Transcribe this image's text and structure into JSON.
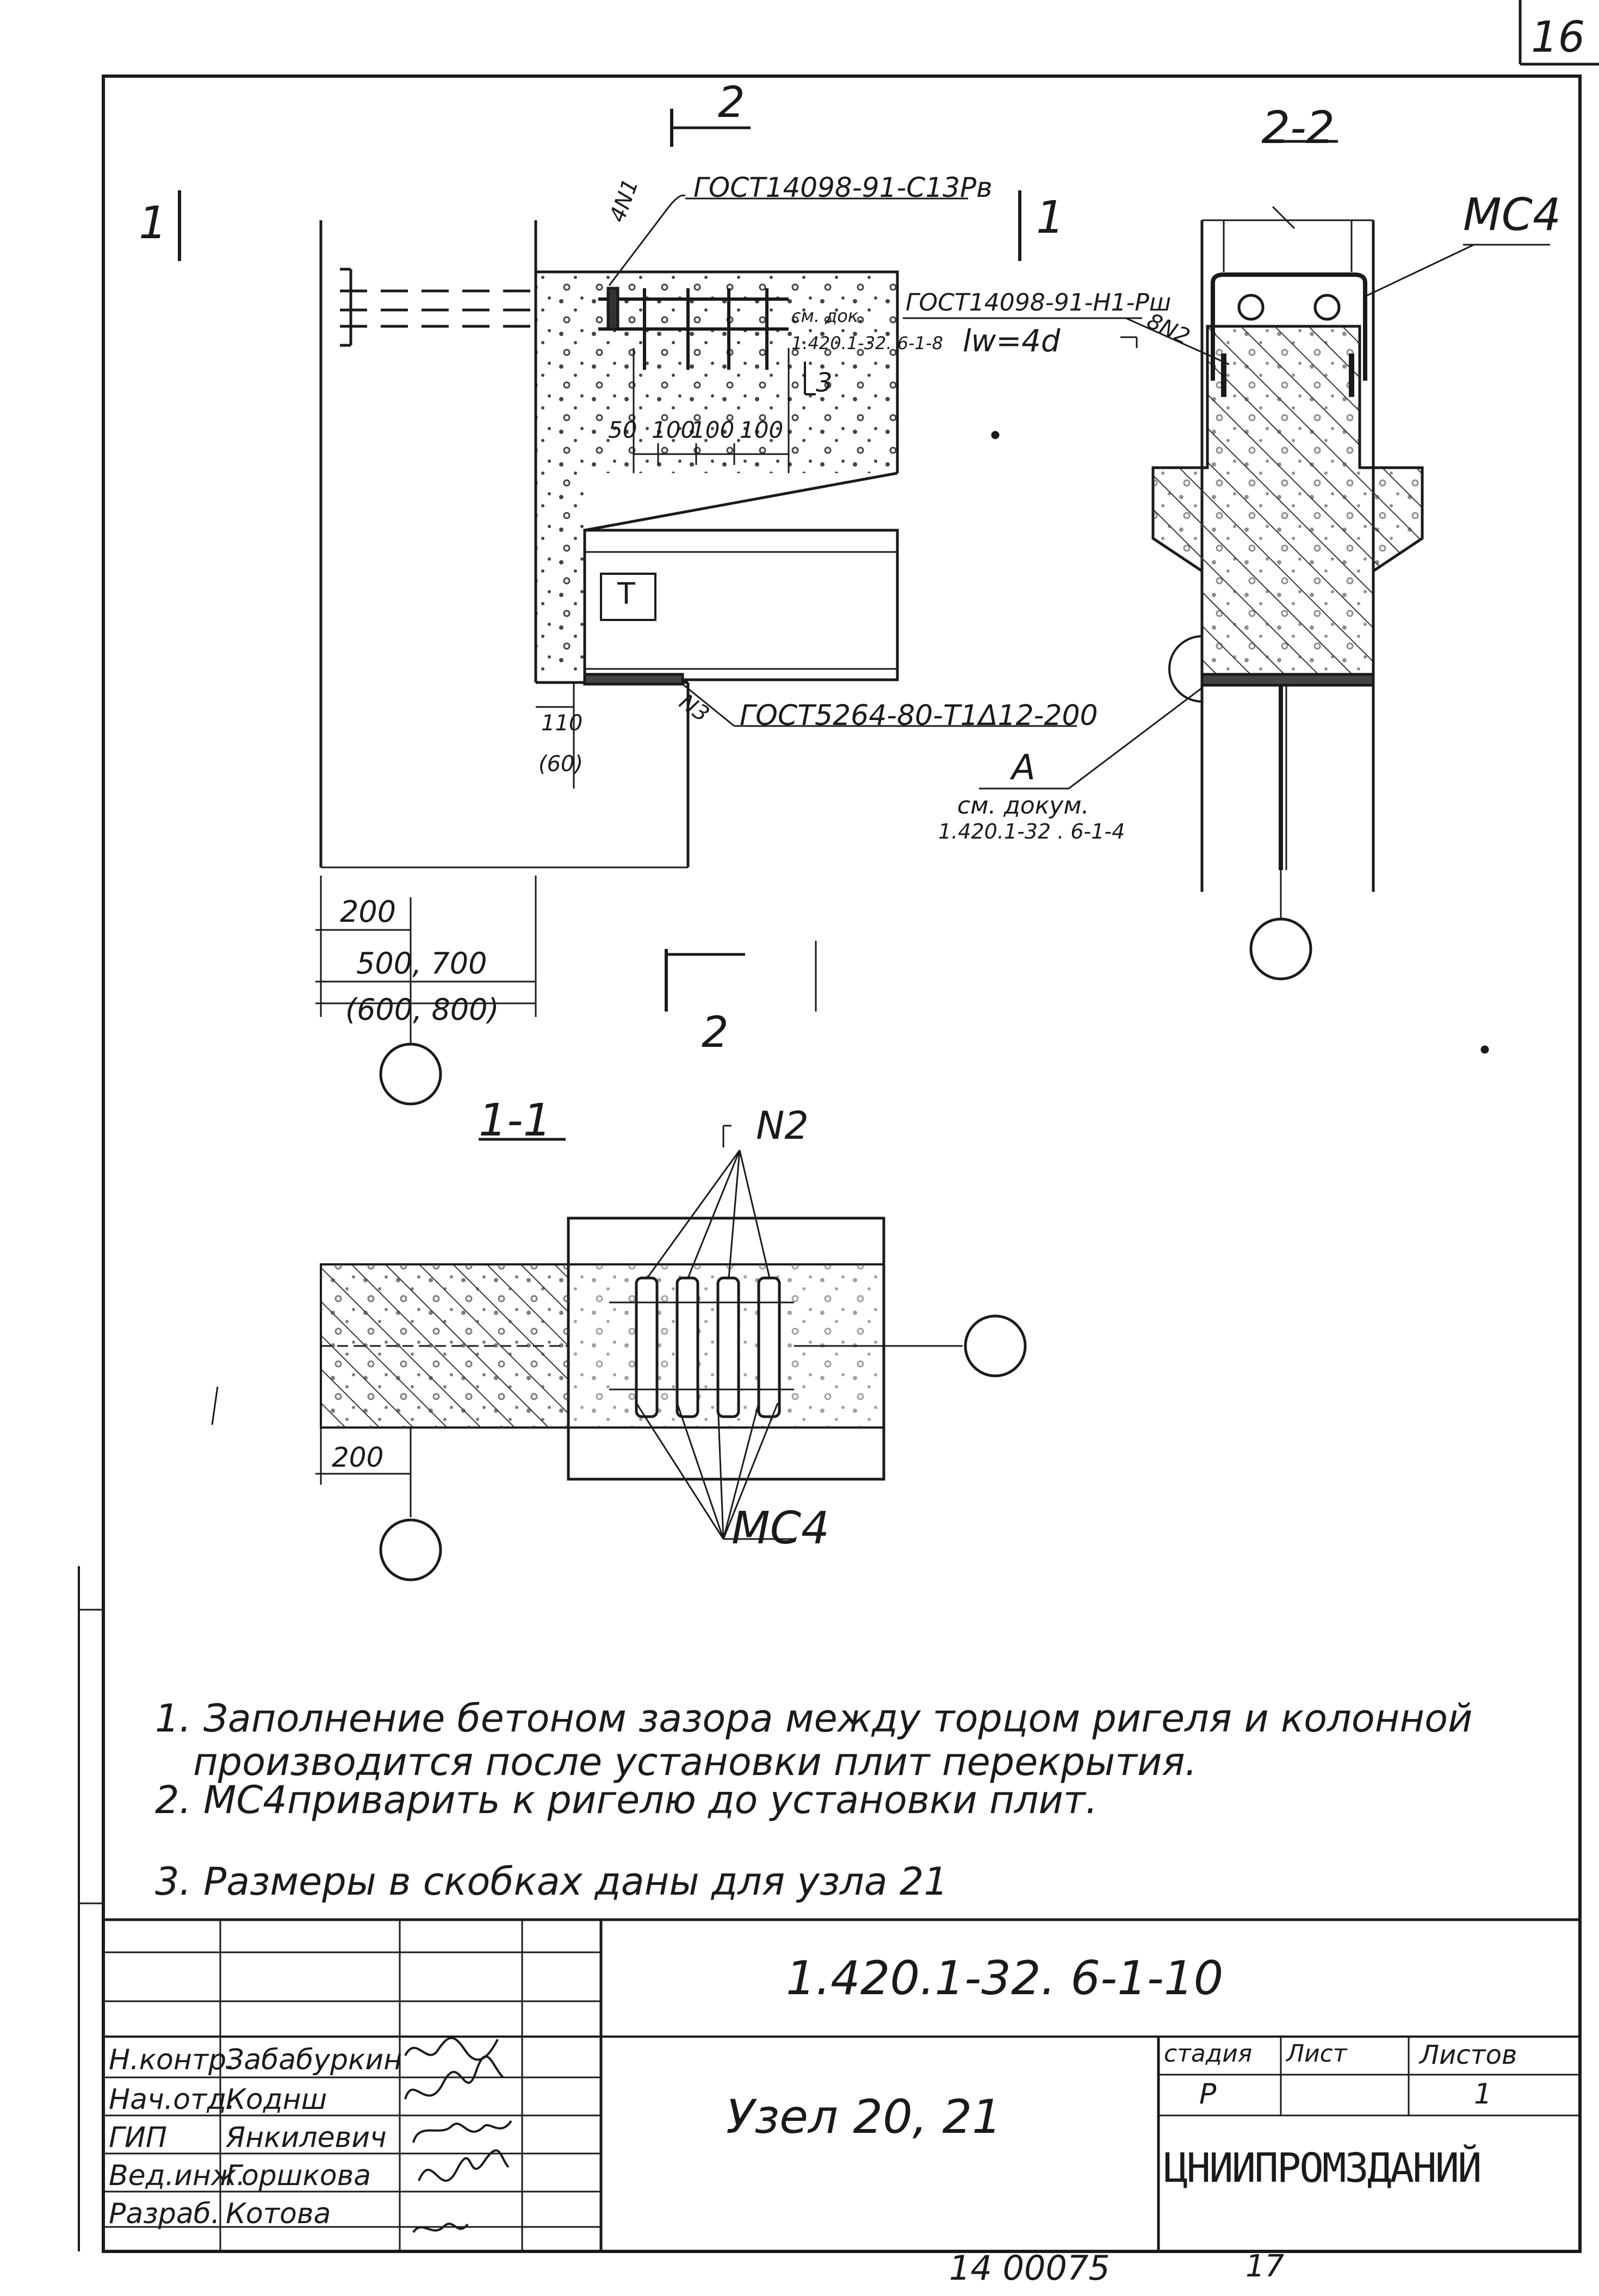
{
  "page_number": "16",
  "views": {
    "elevation_cut_top": "2",
    "elevation_cut_bottom": "2",
    "section_1_left": "1",
    "section_1_right": "1",
    "section_2_2": "2-2",
    "section_1_1": "1-1"
  },
  "callouts": {
    "gost_14098_top": "ГОСТ14098-91-С13Рв",
    "weld_4n1": "4N1",
    "gost_14098_h1": "ГОСТ14098-91-Н1-Рш",
    "lw": "lw=4d",
    "see_doc_1": "см. док.",
    "see_doc_2": "1.420.1-32. 6-1-8",
    "bars_8n2": "8N2",
    "mc4_top": "МС4",
    "section_3": "3",
    "n3_gost": "N3",
    "gost_5264": "ГОСТ5264-80-Т1Δ12-200",
    "node_a": "А",
    "see_docum_1": "см. докум.",
    "see_docum_2": "1.420.1-32 . 6-1-4",
    "t_mark": "Т",
    "n2": "N2",
    "mc4_bottom": "МС4"
  },
  "dimensions": {
    "d50": "50",
    "d100a": "100",
    "d100b": "100",
    "d100c": "100",
    "d110": "110",
    "d60": "(60)",
    "d200": "200",
    "d500_700": "500, 700",
    "d600_800": "(600, 800)",
    "d200_plan": "200"
  },
  "notes": [
    "1. Заполнение бетоном зазора между торцом ригеля и колонной",
    "производится после установки плит перекрытия.",
    "2. МС4приварить к ригелю до установки плит.",
    "3. Размеры в скобках даны для узла 21"
  ],
  "title_block": {
    "document_code": "1.420.1-32. 6-1-10",
    "drawing_title": "Узел 20, 21",
    "stage_header": "стадия",
    "sheet_header": "Лист",
    "sheets_header": "Листов",
    "stage": "Р",
    "sheets_total": "1",
    "organization": "ЦНИИПРОМЗДАНИЙ",
    "roles": [
      {
        "role": "Н.контр.",
        "name": "Забабуркин"
      },
      {
        "role": "Нач.отд.",
        "name": "Коднш"
      },
      {
        "role": "ГИП",
        "name": "Янкилевич"
      },
      {
        "role": "Вед.инж.",
        "name": "Горшкова"
      },
      {
        "role": "Разраб.",
        "name": "Котова"
      }
    ]
  },
  "footer": {
    "inventory": "14 00075",
    "extra": "17"
  }
}
